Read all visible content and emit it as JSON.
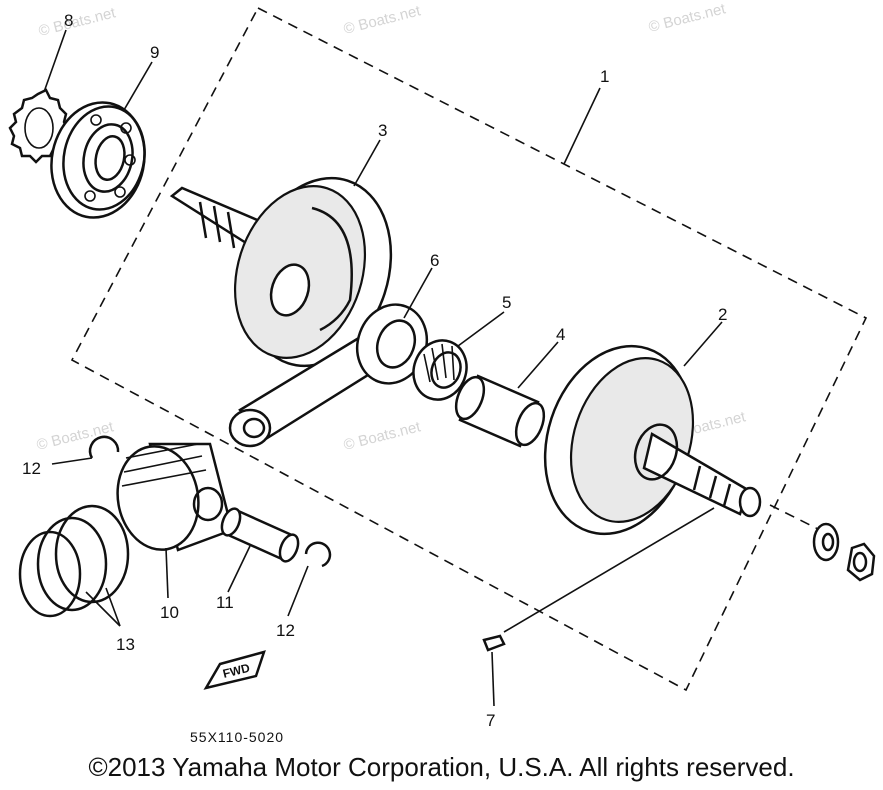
{
  "diagram": {
    "callouts": {
      "c1": "1",
      "c2": "2",
      "c3": "3",
      "c4": "4",
      "c5": "5",
      "c6": "6",
      "c7": "7",
      "c8": "8",
      "c9": "9",
      "c10": "10",
      "c11": "11",
      "c12a": "12",
      "c12b": "12",
      "c13": "13"
    },
    "fwd_label": "FWD",
    "drawing_number": "55X110-5020",
    "watermarks": [
      "© Boats.net",
      "© Boats.net",
      "© Boats.net",
      "© Boats.net",
      "© Boats.net",
      "© Boats.net"
    ],
    "icons": {
      "sprocket": "gear-icon",
      "bearing": "ball-bearing-icon",
      "crank_left": "crank-wheel-icon",
      "crank_right": "crank-wheel-icon",
      "conrod": "connecting-rod-icon",
      "needle_bearing": "needle-bearing-icon",
      "crank_pin": "pin-icon",
      "piston": "piston-icon",
      "piston_pin": "pin-icon",
      "clip": "circlip-icon",
      "rings": "piston-ring-icon",
      "key": "woodruff-key-icon",
      "nut_washer": "nut-icon"
    }
  },
  "footer": {
    "copyright": "©2013 Yamaha Motor Corporation, U.S.A. All rights reserved."
  }
}
